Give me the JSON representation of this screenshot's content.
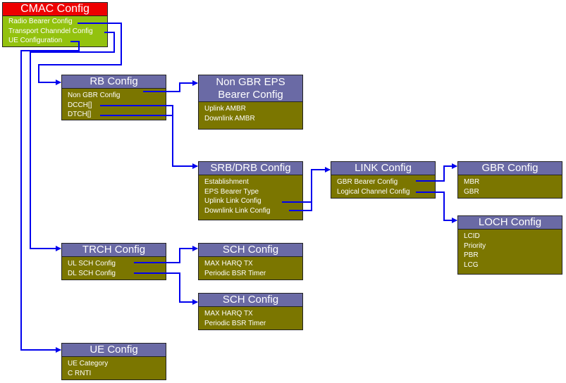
{
  "colors": {
    "title_fill": "#6a6aa5",
    "body_fill": "#7b7600",
    "root_title_fill": "#ee0000",
    "root_body_fill": "#93c20e",
    "connector": "#0000ee",
    "text": "#ffffff"
  },
  "boxes": {
    "cmac": {
      "title": "CMAC Config",
      "items": [
        "Radio Bearer Config",
        "Transport Channdel Config",
        "UE Configuration"
      ]
    },
    "rb": {
      "title": "RB Config",
      "items": [
        "Non GBR Config",
        "DCCH[]",
        "DTCH[]"
      ]
    },
    "nongbr": {
      "title": "Non GBR EPS Bearer Config",
      "items": [
        "Uplink AMBR",
        "Downlink AMBR"
      ]
    },
    "srbdrb": {
      "title": "SRB/DRB Config",
      "items": [
        "Establishment",
        "EPS Bearer Type",
        "Uplink Link Config",
        "Downlink Link Config"
      ]
    },
    "link": {
      "title": "LINK Config",
      "items": [
        "GBR Bearer Config",
        "Logical Channel Config"
      ]
    },
    "gbr": {
      "title": "GBR Config",
      "items": [
        "MBR",
        "GBR"
      ]
    },
    "loch": {
      "title": "LOCH Config",
      "items": [
        "LCID",
        "Priority",
        "PBR",
        "LCG"
      ]
    },
    "trch": {
      "title": "TRCH Config",
      "items": [
        "UL SCH Config",
        "DL SCH Config"
      ]
    },
    "sch1": {
      "title": "SCH Config",
      "items": [
        "MAX HARQ TX",
        "Periodic BSR Timer"
      ]
    },
    "sch2": {
      "title": "SCH Config",
      "items": [
        "MAX HARQ TX",
        "Periodic BSR Timer"
      ]
    },
    "ue": {
      "title": "UE Config",
      "items": [
        "UE Category",
        "C RNTI"
      ]
    }
  }
}
